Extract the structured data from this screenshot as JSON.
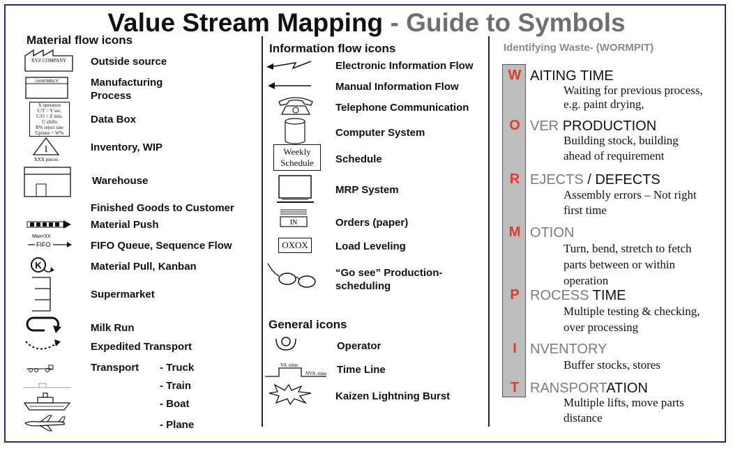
{
  "title": {
    "main": "Value Stream Mapping",
    "dash": " - ",
    "sub": "Guide to Symbols"
  },
  "material": {
    "heading": "Material flow icons",
    "outside_source": "Outside source",
    "outside_source_icon_text": "XYZ COMPANY",
    "manufacturing_line1": "Manufacturing",
    "manufacturing_line2": "Process",
    "manufacturing_icon_text": "ASSEMBLY",
    "data_box": "Data Box",
    "data_box_icon_lines": [
      "X operators",
      "C/T = Y sec.",
      "C/O = Z min.",
      "U shifts",
      "R% reject rate",
      "Uptime = W%"
    ],
    "inventory": "Inventory, WIP",
    "inventory_icon_letter": "I",
    "inventory_icon_caption": "XXX pieces",
    "warehouse": "Warehouse",
    "finished_goods": "Finished Goods to Customer",
    "material_push": "Material Push",
    "fifo": "FIFO Queue, Sequence Flow",
    "fifo_icon_max": "Max=XX",
    "fifo_icon_text": "FIFO",
    "material_pull": "Material Pull, Kanban",
    "kanban_icon_letter": "K",
    "supermarket": "Supermarket",
    "milk_run": "Milk Run",
    "expedited": "Expedited Transport",
    "transport": "Transport",
    "truck": "- Truck",
    "train": "- Train",
    "boat": "- Boat",
    "plane": "- Plane"
  },
  "information": {
    "heading": "Information flow icons",
    "electronic": "Electronic Information Flow",
    "manual": "Manual Information Flow",
    "telephone": "Telephone Communication",
    "computer": "Computer System",
    "schedule": "Schedule",
    "schedule_icon_line1": "Weekly",
    "schedule_icon_line2": "Schedule",
    "mrp": "MRP System",
    "orders": "Orders (paper)",
    "orders_icon_text": "IN",
    "load_leveling": "Load Leveling",
    "load_leveling_icon_text": "OXOX",
    "go_see_line1": "“Go see” Production-",
    "go_see_line2": "scheduling"
  },
  "general": {
    "heading": "General icons",
    "operator": "Operator",
    "time_line": "Time Line",
    "time_line_va": "VA -time",
    "time_line_nva": "NVA -time",
    "kaizen": "Kaizen Lightning Burst"
  },
  "waste": {
    "heading": "Identifying Waste- (WORMPIT)",
    "items": [
      {
        "letter": "W",
        "head_grey": "",
        "head_black": "AITING TIME",
        "desc": [
          "Waiting for previous process,",
          "e.g. paint drying,"
        ]
      },
      {
        "letter": "O",
        "head_grey": "VER ",
        "head_black": "PRODUCTION",
        "desc": [
          "Building stock, building",
          "ahead of requirement"
        ]
      },
      {
        "letter": "R",
        "head_grey": "EJECTS",
        "head_black": " / DEFECTS",
        "desc": [
          "Assembly errors – Not right",
          "first time"
        ]
      },
      {
        "letter": "M",
        "head_grey": "OTION",
        "head_black": "",
        "desc": [
          "Turn, bend, stretch to fetch",
          "parts between or within",
          "operation"
        ]
      },
      {
        "letter": "P",
        "head_grey": "ROCESS",
        "head_black": " TIME",
        "desc": [
          "Multiple testing & checking,",
          "over processing"
        ]
      },
      {
        "letter": "I",
        "head_grey": "NVENTORY",
        "head_black": "",
        "desc": [
          "Buffer stocks, stores"
        ]
      },
      {
        "letter": "T",
        "head_grey": "RANSPORT",
        "head_black": "ATION",
        "desc": [
          "Multiple lifts, move parts",
          "distance"
        ]
      }
    ]
  },
  "colors": {
    "letter_red": "#e03a2e",
    "grey_text": "#7c7c7c",
    "frame": "#2b2b6a"
  }
}
